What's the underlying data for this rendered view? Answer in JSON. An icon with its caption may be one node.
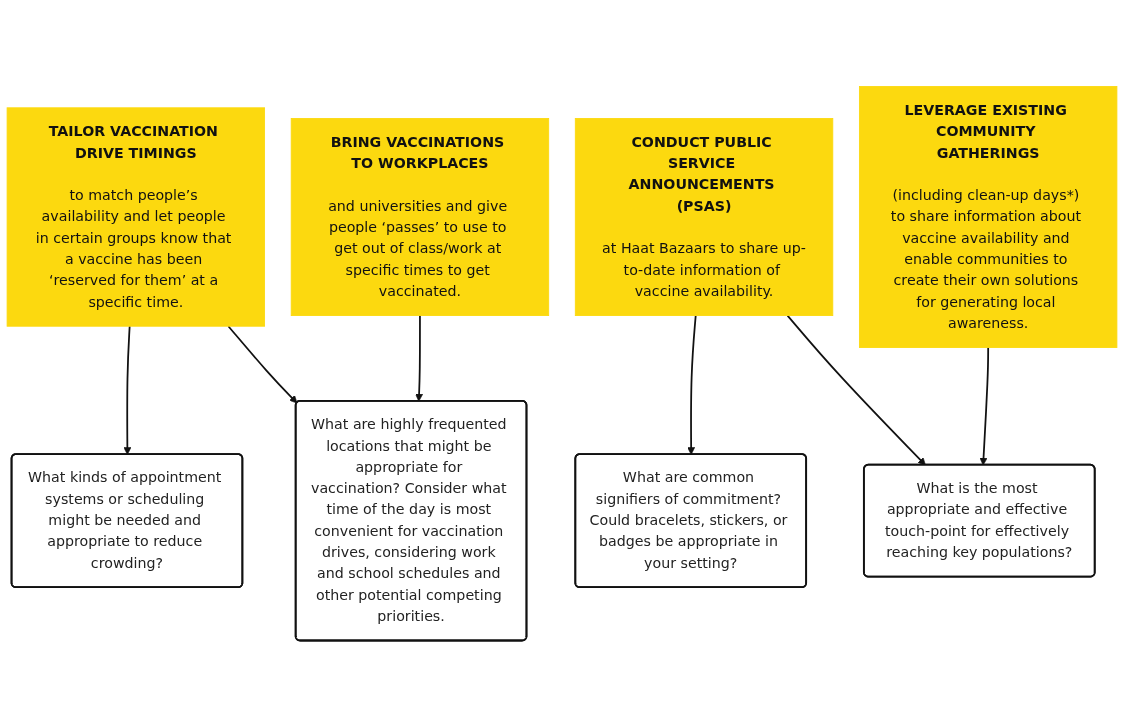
{
  "diagram": {
    "nodes": [
      {
        "text": [
          "TAILOR VACCINATION DRIVE TIMINGS",
          "to match people’s availability and let people in certain groups know that a vaccine has been ‘reserved for them’ at a specific time."
        ]
      },
      {
        "text": [
          "BRING VACCINATIONS TO WORKPLACES",
          "and universities and give people ‘passes’ to use to get out of class/work at specific times to get vaccinated."
        ]
      },
      {
        "text": [
          "CONDUCT PUBLIC SERVICE ANNOUNCEMENTS (PSAS)",
          "at Haat Bazaars to share up-to-date information of vaccine availability."
        ]
      },
      {
        "text": [
          "LEVERAGE EXISTING COMMUNITY GATHERINGS",
          "(including clean-up days*) to share information about vaccine availability and enable communities to create their own solutions for generating local awareness."
        ]
      },
      {
        "text": [
          "What kinds of appointment systems or scheduling might be needed and appropriate to reduce crowding?"
        ]
      },
      {
        "text": [
          "What are highly frequented locations that might be appropriate for vaccination? Consider what time of the day is most convenient for vaccination drives, considering work and school schedules and other potential competing priorities."
        ]
      },
      {
        "text": [
          "What are common signifiers of commitment? Could bracelets, stickers, or badges be appropriate in your setting?"
        ]
      },
      {
        "text": [
          "What is the most appropriate and effective touch-point for effectively reaching key populations?"
        ]
      }
    ],
    "edges": [
      {
        "from": 0,
        "to": 4,
        "arrow": "to"
      },
      {
        "from": 0,
        "to": 5,
        "arrow": "to"
      },
      {
        "from": 1,
        "to": 5,
        "arrow": "to"
      },
      {
        "from": 2,
        "to": 6,
        "arrow": "to"
      },
      {
        "from": 2,
        "to": 7,
        "arrow": "to"
      },
      {
        "from": 3,
        "to": 7,
        "arrow": "to"
      }
    ]
  }
}
